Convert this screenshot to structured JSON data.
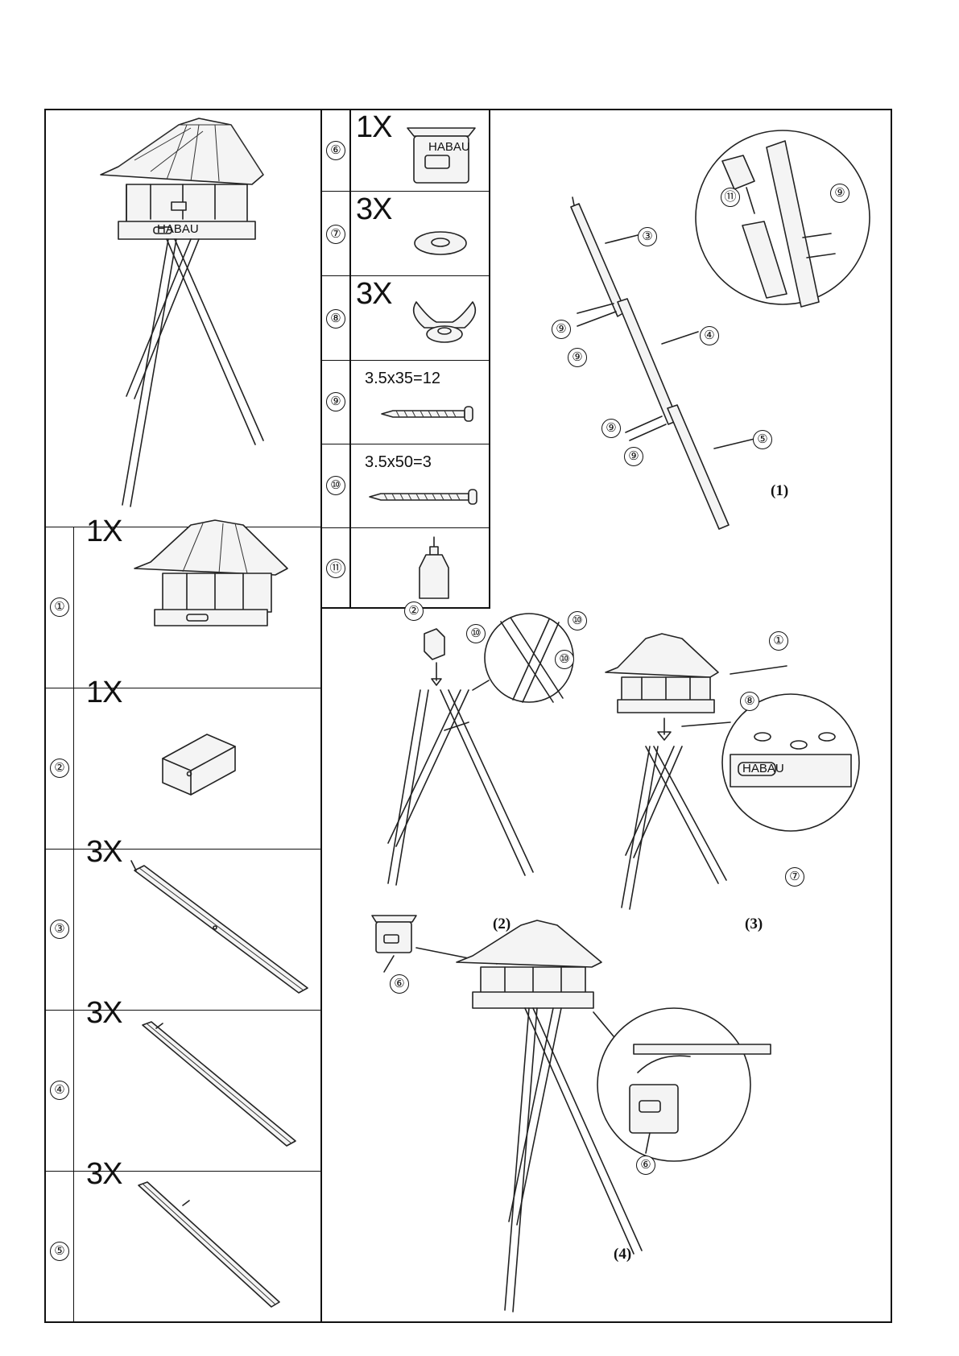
{
  "parts": [
    {
      "num": "①",
      "qty": "1X",
      "name": "birdhouse"
    },
    {
      "num": "②",
      "qty": "1X",
      "name": "leg-connector"
    },
    {
      "num": "③",
      "qty": "3X",
      "name": "leg-top"
    },
    {
      "num": "④",
      "qty": "3X",
      "name": "leg-middle"
    },
    {
      "num": "⑤",
      "qty": "3X",
      "name": "leg-bottom"
    },
    {
      "num": "⑥",
      "qty": "1X",
      "name": "bracket"
    },
    {
      "num": "⑦",
      "qty": "3X",
      "name": "washer"
    },
    {
      "num": "⑧",
      "qty": "3X",
      "name": "wing-nut"
    },
    {
      "num": "⑨",
      "spec": "3.5x35=12",
      "name": "short-screw"
    },
    {
      "num": "⑩",
      "spec": "3.5x50=3",
      "name": "long-screw"
    },
    {
      "num": "⑪",
      "name": "glue-bottle"
    }
  ],
  "brand": "HABAU",
  "steps": {
    "s1": "(1)",
    "s2": "(2)",
    "s3": "(3)",
    "s4": "(4)"
  },
  "callouts": {
    "s1": [
      "③",
      "④",
      "⑤",
      "⑨",
      "⑨",
      "⑨",
      "⑨",
      "⑪",
      "⑨"
    ],
    "s2": [
      "②",
      "⑩",
      "⑩",
      "⑩"
    ],
    "s3": [
      "①",
      "⑧",
      "⑦"
    ],
    "s4": [
      "⑥",
      "⑥"
    ]
  }
}
